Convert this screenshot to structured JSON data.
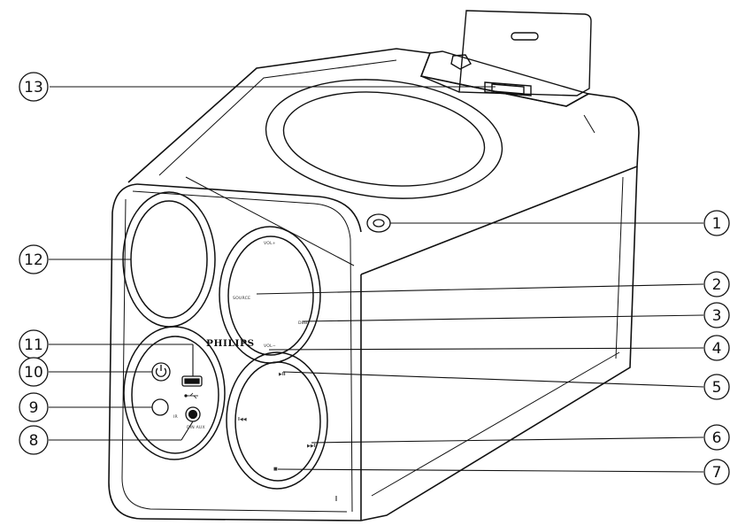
{
  "brand": "PHILIPS",
  "button_labels": {
    "vol_plus": "VOL+",
    "source": "SOURCE",
    "dbb": "DBB",
    "vol_minus": "VOL−",
    "ir": "IR",
    "aux_in": "DIN  AUX",
    "play_pause": "▶II",
    "prev": "I◀◀",
    "next": "▶▶I",
    "stop": "■"
  },
  "callouts": [
    {
      "id": "c1",
      "label": "1"
    },
    {
      "id": "c2",
      "label": "2"
    },
    {
      "id": "c3",
      "label": "3"
    },
    {
      "id": "c4",
      "label": "4"
    },
    {
      "id": "c5",
      "label": "5"
    },
    {
      "id": "c6",
      "label": "6"
    },
    {
      "id": "c7",
      "label": "7"
    },
    {
      "id": "c8",
      "label": "8"
    },
    {
      "id": "c9",
      "label": "9"
    },
    {
      "id": "c10",
      "label": "10"
    },
    {
      "id": "c11",
      "label": "11"
    },
    {
      "id": "c12",
      "label": "12"
    },
    {
      "id": "c13",
      "label": "13"
    }
  ]
}
